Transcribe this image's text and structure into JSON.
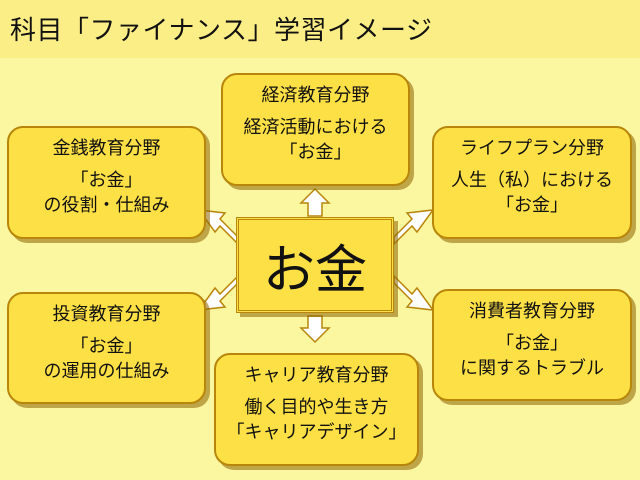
{
  "title": "科目「ファイナンス」学習イメージ",
  "center": "お金",
  "nodes": [
    {
      "area": "経済教育分野",
      "desc": [
        "経済活動における",
        "「お金」"
      ]
    },
    {
      "area": "金銭教育分野",
      "desc": [
        "「お金」",
        "の役割・仕組み"
      ]
    },
    {
      "area": "ライフプラン分野",
      "desc": [
        "人生（私）における",
        "「お金」"
      ]
    },
    {
      "area": "投資教育分野",
      "desc": [
        "「お金」",
        "の運用の仕組み"
      ]
    },
    {
      "area": "消費者教育分野",
      "desc": [
        "「お金」",
        "に関するトラブル"
      ]
    },
    {
      "area": "キャリア教育分野",
      "desc": [
        "働く目的や生き方",
        "「キャリアデザイン」"
      ]
    }
  ],
  "colors": {
    "background": "#fbf6a0",
    "title_bar": "#fbee86",
    "box_fill": "#fde045",
    "box_border": "#b7860b"
  }
}
